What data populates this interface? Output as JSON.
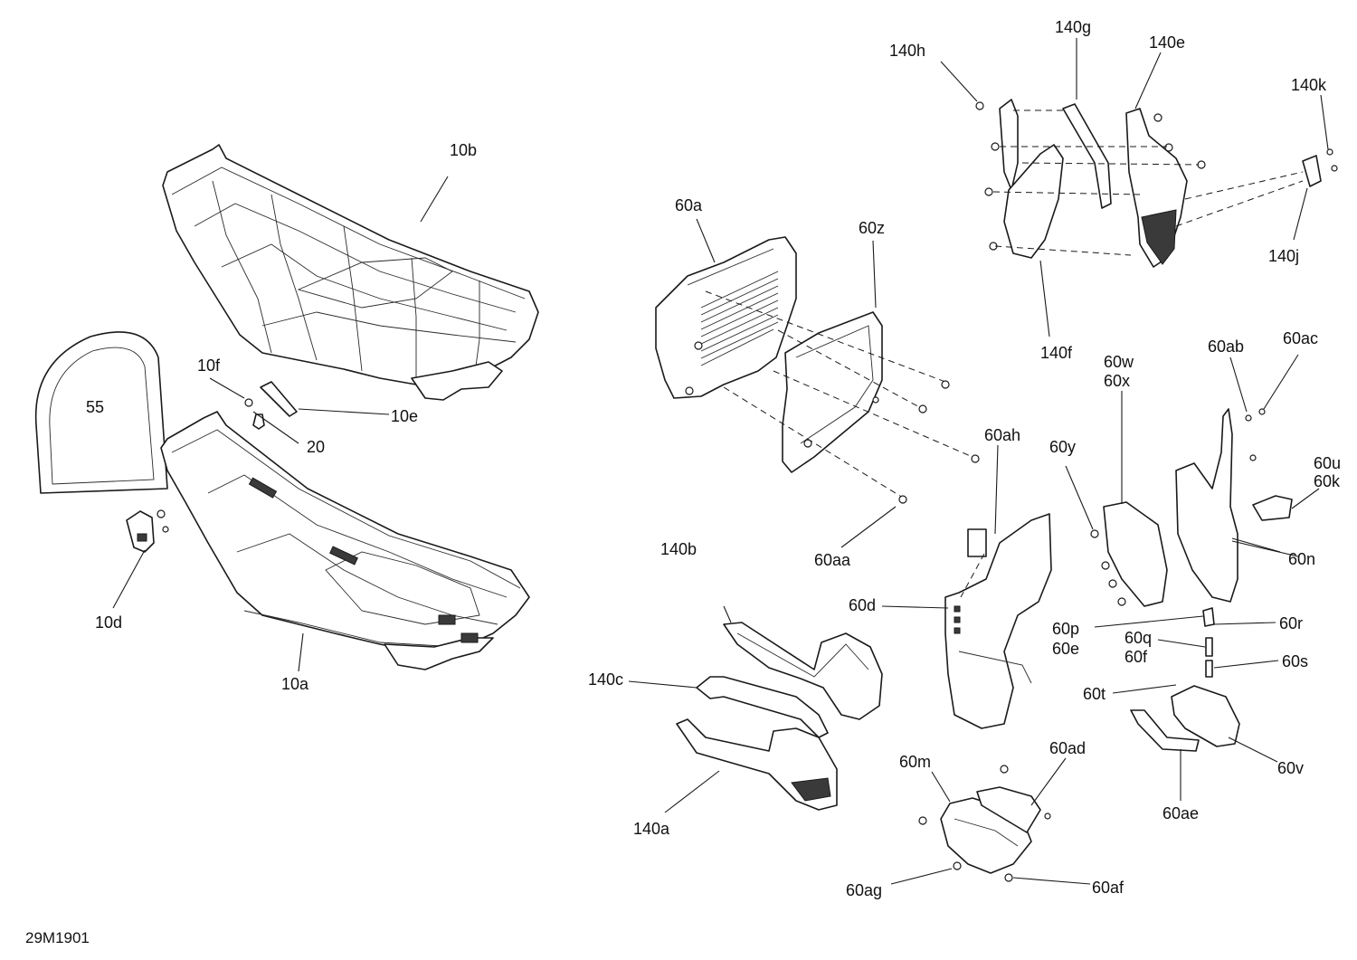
{
  "document_id": "29M1901",
  "callouts": {
    "10b": "10b",
    "10f": "10f",
    "10e": "10e",
    "20": "20",
    "55": "55",
    "10d": "10d",
    "10a": "10a",
    "60a": "60a",
    "60z": "60z",
    "60aa": "60aa",
    "60ah": "60ah",
    "60d": "60d",
    "140h": "140h",
    "140g": "140g",
    "140e": "140e",
    "140k": "140k",
    "140j": "140j",
    "140f": "140f",
    "60w": "60w",
    "60x": "60x",
    "60ab": "60ab",
    "60ac": "60ac",
    "60y": "60y",
    "60u": "60u",
    "60k": "60k",
    "60n": "60n",
    "60p": "60p",
    "60e": "60e",
    "60q": "60q",
    "60f": "60f",
    "60r": "60r",
    "60s": "60s",
    "60t": "60t",
    "60v": "60v",
    "60ae": "60ae",
    "140b": "140b",
    "140c": "140c",
    "140a": "140a",
    "60m": "60m",
    "60ad": "60ad",
    "60ag": "60ag",
    "60af": "60af"
  }
}
